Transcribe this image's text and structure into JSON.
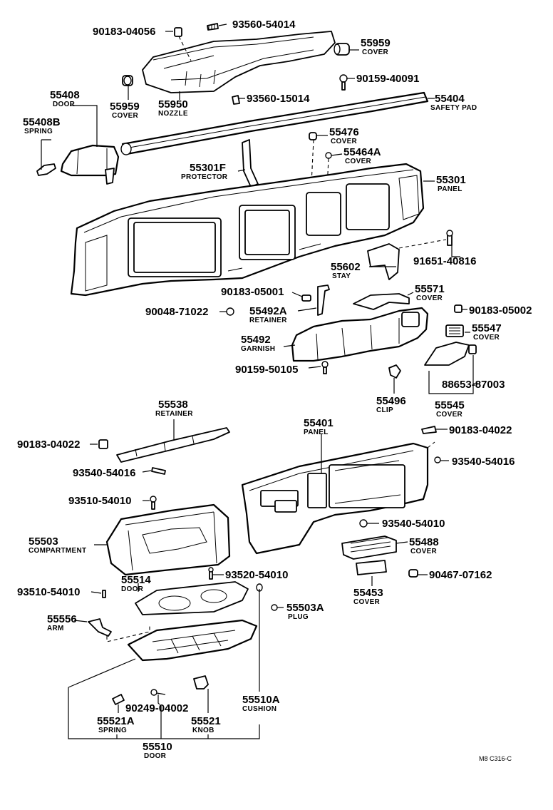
{
  "diagram": {
    "footer_code": "M8 C316-C",
    "labels": [
      {
        "id": "l1",
        "num": "90183-04056",
        "sub": ""
      },
      {
        "id": "l2",
        "num": "93560-54014",
        "sub": ""
      },
      {
        "id": "l3",
        "num": "55959",
        "sub": "COVER"
      },
      {
        "id": "l4",
        "num": "90159-40091",
        "sub": ""
      },
      {
        "id": "l5",
        "num": "55408",
        "sub": "DOOR"
      },
      {
        "id": "l6",
        "num": "55408B",
        "sub": "SPRING"
      },
      {
        "id": "l7",
        "num": "55959",
        "sub": "COVER"
      },
      {
        "id": "l8",
        "num": "55950",
        "sub": "NOZZLE"
      },
      {
        "id": "l9",
        "num": "93560-15014",
        "sub": ""
      },
      {
        "id": "l10",
        "num": "55404",
        "sub": "SAFETY PAD"
      },
      {
        "id": "l11",
        "num": "55476",
        "sub": "COVER"
      },
      {
        "id": "l12",
        "num": "55464A",
        "sub": "COVER"
      },
      {
        "id": "l13",
        "num": "55301F",
        "sub": "PROTECTOR"
      },
      {
        "id": "l14",
        "num": "55301",
        "sub": "PANEL"
      },
      {
        "id": "l15",
        "num": "91651-40816",
        "sub": ""
      },
      {
        "id": "l16",
        "num": "55602",
        "sub": "STAY"
      },
      {
        "id": "l17",
        "num": "90183-05001",
        "sub": ""
      },
      {
        "id": "l18",
        "num": "55571",
        "sub": "COVER"
      },
      {
        "id": "l19",
        "num": "90048-71022",
        "sub": ""
      },
      {
        "id": "l20",
        "num": "55492A",
        "sub": "RETAINER"
      },
      {
        "id": "l21",
        "num": "90183-05002",
        "sub": ""
      },
      {
        "id": "l22",
        "num": "55492",
        "sub": "GARNISH"
      },
      {
        "id": "l23",
        "num": "55547",
        "sub": "COVER"
      },
      {
        "id": "l24",
        "num": "90159-50105",
        "sub": ""
      },
      {
        "id": "l25",
        "num": "88653-87003",
        "sub": ""
      },
      {
        "id": "l26",
        "num": "55496",
        "sub": "CLIP"
      },
      {
        "id": "l27",
        "num": "55545",
        "sub": "COVER"
      },
      {
        "id": "l28",
        "num": "55538",
        "sub": "RETAINER"
      },
      {
        "id": "l29",
        "num": "55401",
        "sub": "PANEL"
      },
      {
        "id": "l30",
        "num": "90183-04022",
        "sub": ""
      },
      {
        "id": "l31",
        "num": "90183-04022",
        "sub": ""
      },
      {
        "id": "l32",
        "num": "93540-54016",
        "sub": ""
      },
      {
        "id": "l33",
        "num": "93540-54016",
        "sub": ""
      },
      {
        "id": "l34",
        "num": "93510-54010",
        "sub": ""
      },
      {
        "id": "l35",
        "num": "55503",
        "sub": "COMPARTMENT"
      },
      {
        "id": "l36",
        "num": "93540-54010",
        "sub": ""
      },
      {
        "id": "l37",
        "num": "55488",
        "sub": "COVER"
      },
      {
        "id": "l38",
        "num": "93520-54010",
        "sub": ""
      },
      {
        "id": "l39",
        "num": "90467-07162",
        "sub": ""
      },
      {
        "id": "l40",
        "num": "55514",
        "sub": "DOOR"
      },
      {
        "id": "l41",
        "num": "93510-54010",
        "sub": ""
      },
      {
        "id": "l42",
        "num": "55453",
        "sub": "COVER"
      },
      {
        "id": "l43",
        "num": "55503A",
        "sub": "PLUG"
      },
      {
        "id": "l44",
        "num": "55556",
        "sub": "ARM"
      },
      {
        "id": "l45",
        "num": "90249-04002",
        "sub": ""
      },
      {
        "id": "l46",
        "num": "55510A",
        "sub": "CUSHION"
      },
      {
        "id": "l47",
        "num": "55521A",
        "sub": "SPRING"
      },
      {
        "id": "l48",
        "num": "55521",
        "sub": "KNOB"
      },
      {
        "id": "l49",
        "num": "55510",
        "sub": "DOOR"
      }
    ]
  }
}
